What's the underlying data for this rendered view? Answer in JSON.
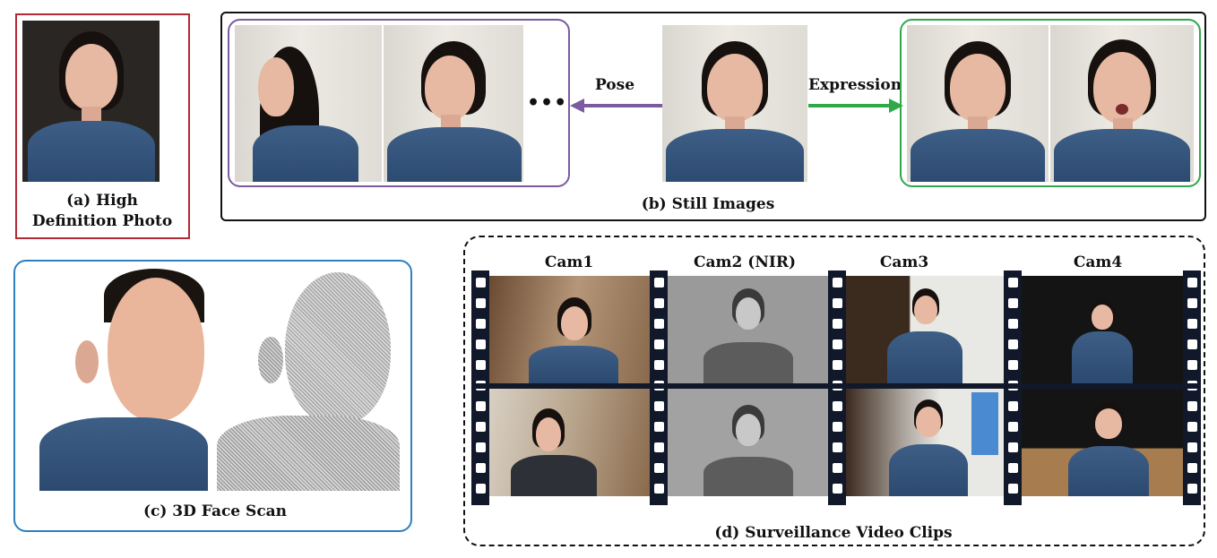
{
  "panel_a": {
    "caption_line1": "(a) High",
    "caption_line2": "Definition Photo",
    "border_color": "#b22a33"
  },
  "panel_b": {
    "caption": "(b) Still Images",
    "pose_label": "Pose",
    "expression_label": "Expression",
    "ellipsis": "•••",
    "pose_color": "#7b5aa0",
    "expression_color": "#2fa84a"
  },
  "panel_c": {
    "caption": "(c) 3D Face Scan",
    "border_color": "#2d7fc0"
  },
  "panel_d": {
    "caption": "(d) Surveillance Video Clips",
    "cameras": [
      "Cam1",
      "Cam2 (NIR)",
      "Cam3",
      "Cam4"
    ]
  }
}
